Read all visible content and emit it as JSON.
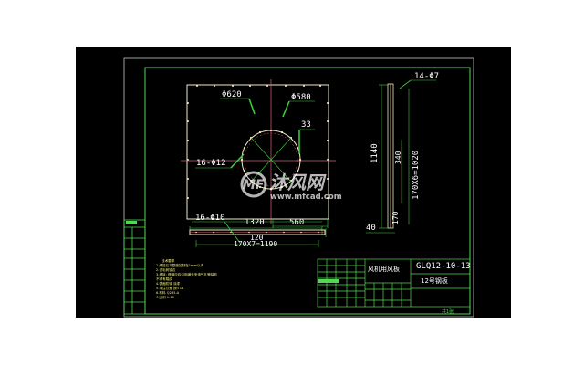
{
  "drawing": {
    "type": "CAD engineering drawing",
    "part_name": "风机用风板",
    "drawing_number": "GLQ12-10-13",
    "material_note": "12号钢板",
    "sheet_label": "共1张"
  },
  "front_view": {
    "outer_diameter_label": "Φ620",
    "bolt_circle_label": "Φ580",
    "offset_label": "33",
    "holes_label": "16-Φ12",
    "width_segment_label": "560"
  },
  "bottom_view": {
    "holes_label": "16-Φ10",
    "overall_length_label": "1320",
    "center_spacing_label": "120",
    "pitch_label": "170X7=1190"
  },
  "side_view": {
    "holes_label": "14-Φ7",
    "overall_height_label": "1140",
    "pitch_label": "170X6=1020",
    "segment_label": "340",
    "end_label": "170",
    "thickness_label": "40"
  },
  "notes": {
    "heading": "技术要求",
    "items": [
      "1.焊接后平整度控制在1mm以内",
      "2.去毛刺锐边",
      "3.焊接: 焊缝应均匀饱满无夹渣气孔等缺陷",
      "   不得有裂纹",
      "4.表面防锈 涂漆",
      "5.未注公差 按IT14",
      "6.材料 Q235-A",
      "7.比例 1:10"
    ]
  },
  "watermark": {
    "logo_text": "MF",
    "brand_cn": "沐风网",
    "url": "www.mfcad.com"
  },
  "colors": {
    "background": "#000000",
    "frame_outer": "#a0a8a0",
    "frame_inner": "#4ad24a",
    "part_outline": "#f0e8c8",
    "center_line": "#e0607a",
    "dimension": "#3cd23c",
    "text": "#ffffff"
  }
}
